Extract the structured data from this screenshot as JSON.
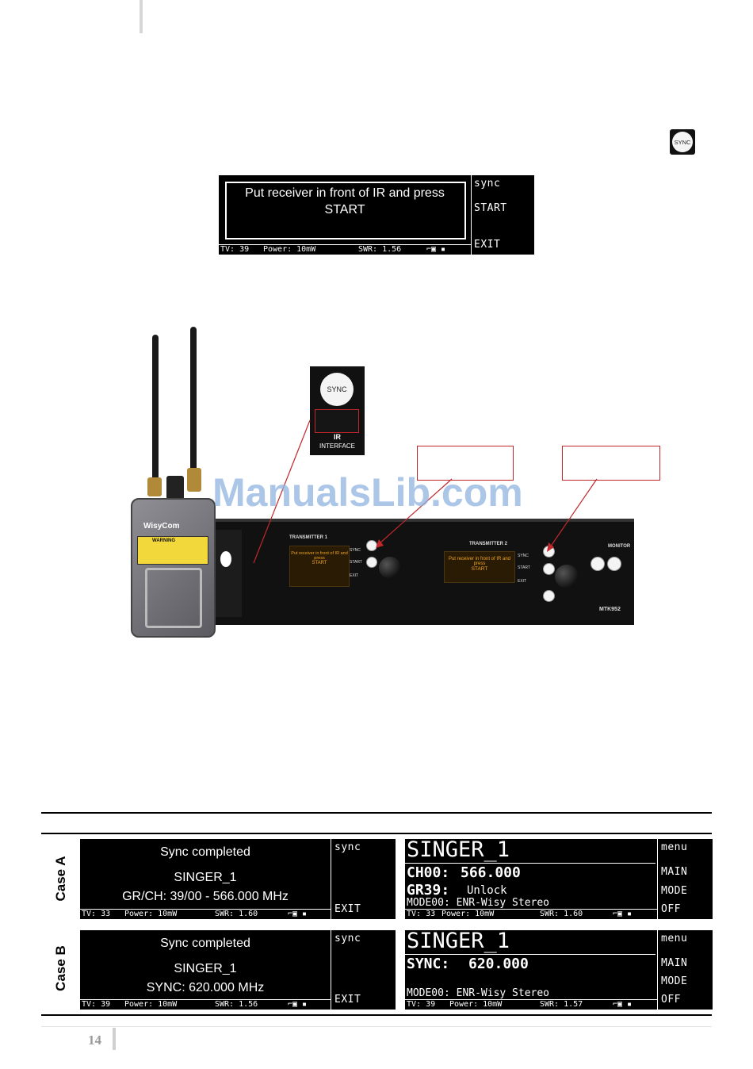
{
  "header": {
    "sync_icon_label": "SYNC"
  },
  "sync_screen": {
    "message_line1": "Put receiver in front of IR and press",
    "message_line2": "START",
    "soft_title": "sync",
    "soft_start": "START",
    "soft_exit": "EXIT",
    "status": {
      "tv": "TV: 39",
      "power": "Power: 10mW",
      "swr": "SWR: 1.56"
    }
  },
  "photo": {
    "ir_sync_label": "SYNC",
    "ir_label": "IR",
    "ir_interface_label": "INTERFACE",
    "receiver_brand": "WisyCom",
    "warning_label": "WARNING",
    "transmitter1_label": "TRANSMITTER 1",
    "transmitter2_label": "TRANSMITTER 2",
    "mini_msg_line1": "Put receiver in front of IR and press",
    "mini_msg_line2": "START",
    "mini_soft_sync": "SYNC",
    "mini_soft_start": "START",
    "mini_soft_exit": "EXIT",
    "monitor_label": "MONITOR",
    "model_label": "MTK952",
    "watermark": "ManualsLib.com"
  },
  "cases": [
    {
      "label": "Case A",
      "left_screen": {
        "line1": "Sync completed",
        "line2": "SINGER_1",
        "line3": "GR/CH: 39/00 - 566.000 MHz",
        "soft_title": "sync",
        "soft_exit": "EXIT",
        "status": {
          "tv": "TV: 33",
          "power": "Power: 10mW",
          "swr": "SWR: 1.60"
        }
      },
      "right_screen": {
        "name": "SINGER_1",
        "row1_key": "CH00:",
        "row1_val": "566.000",
        "row2_key": "GR39:",
        "row2_val": "Unlock",
        "row3": "MODE00: ENR-Wisy Stereo",
        "soft_title": "menu",
        "soft_main": "MAIN",
        "soft_mode": "MODE",
        "soft_off": "OFF",
        "status": {
          "tv": "TV: 33",
          "power": "Power: 10mW",
          "swr": "SWR: 1.60"
        }
      }
    },
    {
      "label": "Case B",
      "left_screen": {
        "line1": "Sync completed",
        "line2": "SINGER_1",
        "line3": "SYNC: 620.000 MHz",
        "soft_title": "sync",
        "soft_exit": "EXIT",
        "status": {
          "tv": "TV: 39",
          "power": "Power: 10mW",
          "swr": "SWR: 1.56"
        }
      },
      "right_screen": {
        "name": "SINGER_1",
        "row1_key": "SYNC:",
        "row1_val": "620.000",
        "row3": "MODE00: ENR-Wisy Stereo",
        "soft_title": "menu",
        "soft_main": "MAIN",
        "soft_mode": "MODE",
        "soft_off": "OFF",
        "status": {
          "tv": "TV: 39",
          "power": "Power: 10mW",
          "swr": "SWR: 1.57"
        }
      }
    }
  ],
  "footer": {
    "page_number": "14"
  }
}
